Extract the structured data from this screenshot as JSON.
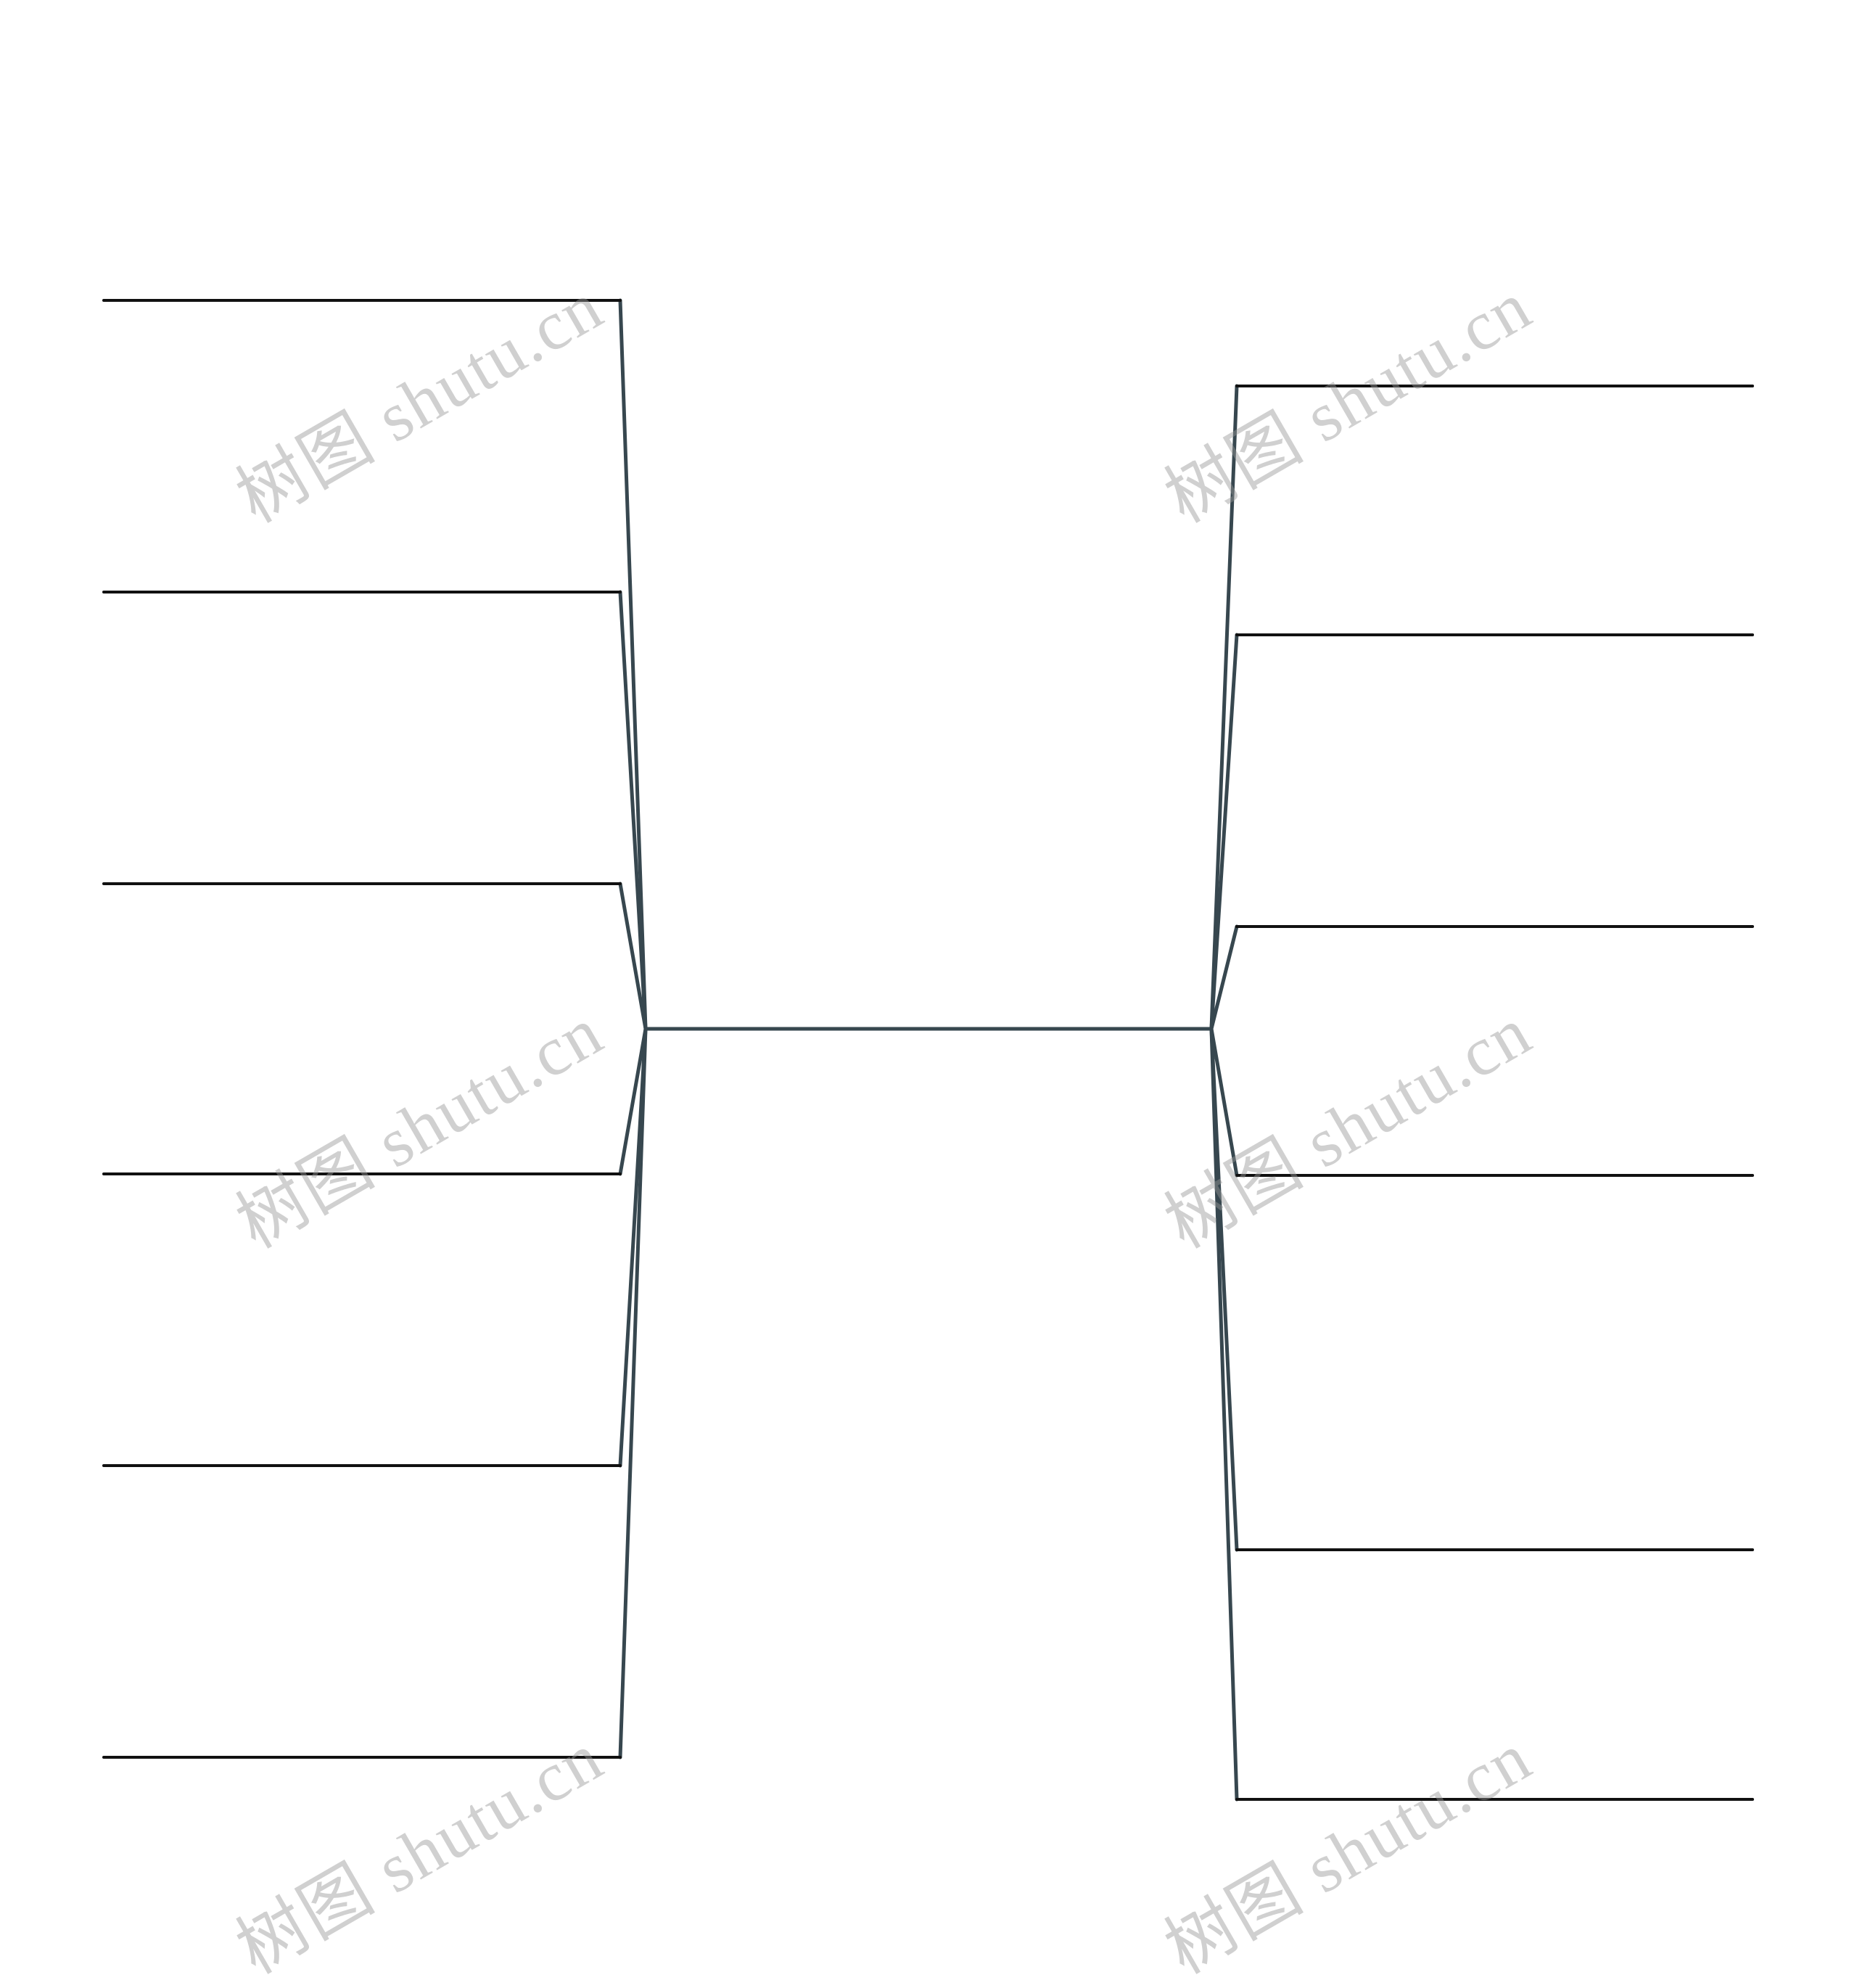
{
  "diagram": {
    "type": "mind-map",
    "left_branch_count": 6,
    "right_branch_count": 6,
    "left_labels": [
      "",
      "",
      "",
      "",
      "",
      ""
    ],
    "right_labels": [
      "",
      "",
      "",
      "",
      "",
      ""
    ],
    "center_label": ""
  },
  "watermark": {
    "text": "树图 shutu.cn"
  },
  "colors": {
    "background": "#ffffff",
    "trunk": "#37474f",
    "branch_line": "#111111",
    "watermark": "#b0b0b0"
  }
}
